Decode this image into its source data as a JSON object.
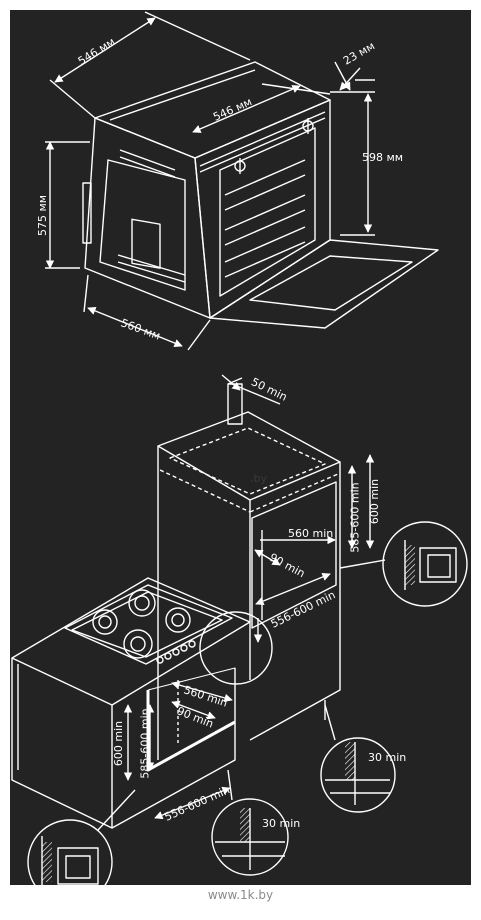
{
  "oven": {
    "depth_top": "546 мм",
    "depth_inner": "546 мм",
    "door_offset": "23 мм",
    "height_front": "598 мм",
    "height_side": "575 мм",
    "width_bottom": "560 мм"
  },
  "column_install": {
    "gap_top": "50 min",
    "niche_height_range": "585-600 min",
    "niche_height": "600 min",
    "niche_width": "560 min",
    "rear_gap": "90 min",
    "niche_depth": "556-600 min"
  },
  "counter_install": {
    "niche_width": "560 min",
    "rear_gap": "90 min",
    "niche_height": "600 min",
    "niche_height_range": "585-600 min",
    "niche_depth": "556-600 min",
    "side_gap_right": "30 min",
    "side_gap_bottom": "30 min"
  },
  "watermark_faint": ".by",
  "watermark": "www.1k.by"
}
